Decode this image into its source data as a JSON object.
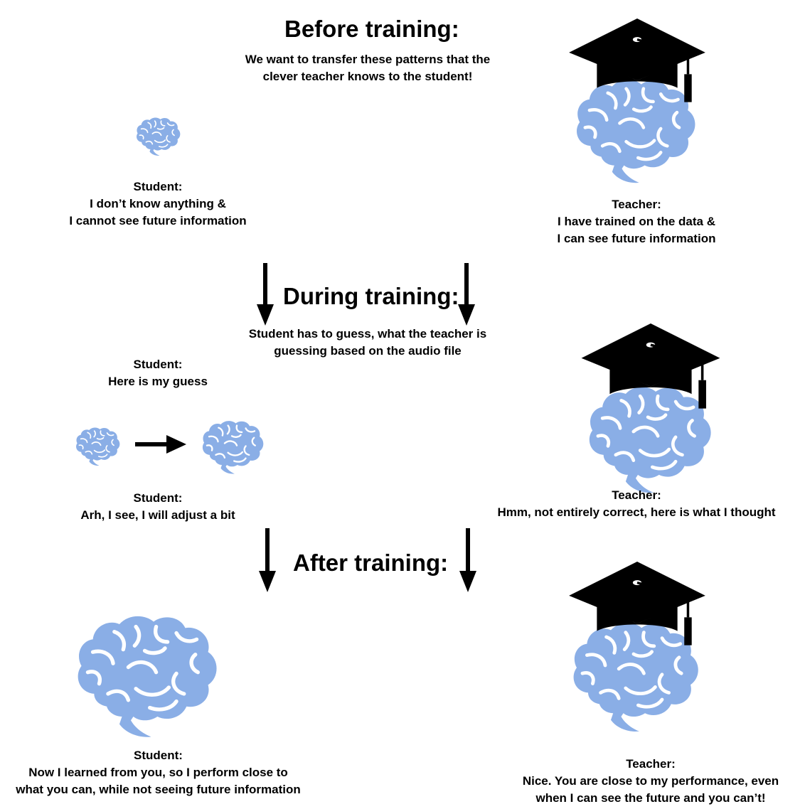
{
  "colors": {
    "brain": "#8aaee6",
    "gyri": "#ffffff",
    "ink": "#000000"
  },
  "before": {
    "heading": "Before training:",
    "subtitle": [
      "We want to transfer these patterns that the",
      "clever teacher knows to the student!"
    ],
    "student_text": [
      "Student:",
      "I don’t know anything &",
      "I cannot see future information"
    ],
    "teacher_text": [
      "Teacher:",
      "I have trained on the data &",
      "I can see future information"
    ]
  },
  "during": {
    "heading": "During training:",
    "subtitle": [
      "Student has to guess, what the teacher is",
      "guessing based on the audio file"
    ],
    "student_guess": [
      "Student:",
      "Here is my guess"
    ],
    "student_adjust": [
      "Student:",
      "Arh, I see, I will adjust a bit"
    ],
    "teacher_text": [
      "Teacher:",
      "Hmm, not entirely correct, here is what I thought"
    ]
  },
  "after": {
    "heading": "After training:",
    "student_text": [
      "Student:",
      "Now I learned from you, so I perform close to",
      "what you can, while not seeing future information"
    ],
    "teacher_text": [
      "Teacher:",
      "Nice. You are close to my performance, even",
      "when I can see the future and you can’t!"
    ]
  },
  "icons": [
    "brain-icon",
    "graduation-cap-icon",
    "arrow-down-icon",
    "arrow-right-icon"
  ]
}
